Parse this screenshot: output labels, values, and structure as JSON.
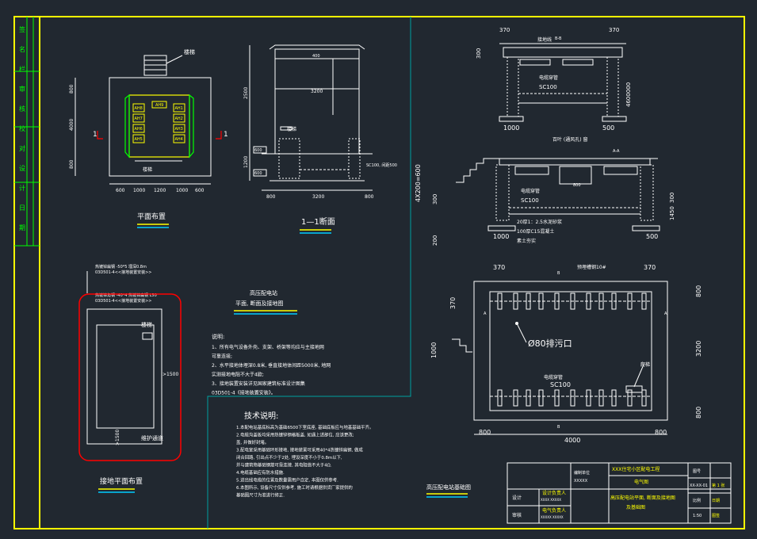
{
  "colors": {
    "background": "#212830",
    "frame": "#ffff00",
    "lines": "#ffffff",
    "green": "#00ff00",
    "red": "#ff0000",
    "teal": "#00a0a0",
    "underline": "#00ccff"
  },
  "plan": {
    "title": "平面布置",
    "stair_label": "楼梯",
    "marks_left": "1",
    "marks_right": "1",
    "dims_bottom": [
      "600",
      "1000",
      "1200",
      "1000",
      "600"
    ],
    "dims_left": [
      "800",
      "4000",
      "800"
    ],
    "cabinets_left": [
      "AH8",
      "AH7",
      "AH6",
      "AH5"
    ],
    "cabinets_right": [
      "AH1",
      "AH2",
      "AH3",
      "AH4"
    ],
    "cabinet_top": "AH9"
  },
  "section": {
    "title": "1—1断面",
    "dims_left": [
      "2500",
      "1200"
    ],
    "dims_bottom": [
      "800",
      "3200",
      "800"
    ],
    "top_label": "400",
    "mid_label": "3200",
    "stair_label": "楼梯",
    "small_a": "600",
    "small_b": "600",
    "pipe_label": "SC100, 间距500"
  },
  "grounding": {
    "title": "接地平面布置",
    "note1": "热镀锌扁钢 -50*5 埋深0.8m",
    "note2": "03D501-4<<接地装置安装>>",
    "note3": "热镀锌角钢 -40*4 热镀锌扁钢 L50",
    "note4": "03D501-4<<接地装置安装>>",
    "stair_label": "楼梯",
    "dim_right": ">1500",
    "dim_bottom": ">1500",
    "passage": "维护通道"
  },
  "legend_title": {
    "line1": "高压配电站",
    "line2": "平面, 断面及接地图"
  },
  "notes1": {
    "heading": "说明:",
    "lines": [
      "1、所有电气设备外壳、支架、桥架等均应与主接地网",
      "可靠连接;",
      "2、水平接地体埋深0.8米, 垂直接地体间距5000米, 地网",
      "实测接地电阻不大于4欧;",
      "3、接地装置安装详见国家建筑标准设计图集",
      "03D501-4《接地装置安装》。"
    ]
  },
  "notes2": {
    "heading": "技术说明:",
    "lines": [
      "1.本配电站基底标高为基础6500下室底座, 基础底板应与地基基础平齐。",
      "2.电缆沟盖板均采用热镀锌钢格板盖, 如遇上述部位, 应该更改;",
      "  盖, 并做好封堵。",
      "3.配电室采用基础环形接地, 接地装置可采用40*4热镀锌扁钢, 做成",
      "  闭合回路, 引出点不少于2处, 埋设深度不小于0.8m以下,",
      "  并与建筑物基础钢筋可靠连接, 其电阻值不大于4Ω.",
      "4.电缆基础应有防水措施.",
      "5.进出线电缆的位置及数量需用户自定, 本图仅供参考.",
      "6.本图所示, 设备尺寸仅供参考, 施工时请根据供货厂家提供的",
      "  基础图尺寸为准进行修正."
    ]
  },
  "section_bb": {
    "label": "B-B",
    "top_left": "370",
    "top_right": "370",
    "left_dim": "300",
    "right_dim": "4600000",
    "anchor": "接地线",
    "pipe": "电缆穿管",
    "pipe2": "SC100",
    "bottom_left": "1000",
    "bottom_right": "500"
  },
  "section_aa": {
    "label": "A-A",
    "hole": "百叶 (通风孔) 窗",
    "dim_left_top": "4X200=600",
    "dim_left_a": "300",
    "dim_left_b": "200",
    "dim_right_a": "300",
    "dim_right_b": "1450",
    "pipe": "电缆穿管",
    "pipe2": "SC100",
    "mid_label": "800",
    "layer1": "20厚1：2.5水泥砂浆",
    "layer2": "100厚C15混凝土",
    "layer3": "素土夯实",
    "bottom_left": "1000",
    "bottom_right": "500"
  },
  "foundation": {
    "title": "高压配电站基础图",
    "top_l": "370",
    "top_r": "370",
    "beam_label": "预埋槽钢10#",
    "mark_b1": "B",
    "mark_b2": "B",
    "mark_a1": "A",
    "mark_a2": "A",
    "left_dim_top": "370",
    "left_dim_mid": "1000",
    "drain": "Ø80排污口",
    "pipe": "电缆穿管",
    "pipe2": "SC100",
    "stair": "爬梯",
    "right_dims": [
      "800",
      "3200",
      "800"
    ],
    "bottom_dims": [
      "800",
      "4000",
      "800"
    ]
  },
  "title_block": {
    "company_l1": "编制单位",
    "company_l2": "XXXXX",
    "row_design": "设计",
    "row_check": "审核",
    "proj_head": "设计负责人",
    "proj_head_sub": "XXXX XXXXX",
    "elec_head": "电气负责人",
    "elec_head_sub": "XXXXX XXXXX",
    "proj_name": "XXX住宅小区配电工程",
    "proj_sub": "电气图",
    "drawing_title_1": "高压配电站平面, 断面及接地图",
    "drawing_title_2": "及基础图",
    "drawing_no": "图号",
    "drawing_no_val": "XX-XX-01",
    "scale_label": "比例",
    "scale_val": "1:50",
    "sheet": "第 1 张",
    "date": "日期",
    "stamp": "图签"
  },
  "side_strip": [
    "签",
    "名",
    "栏",
    "审",
    "核",
    "校",
    "对",
    "设",
    "计",
    "日",
    "期"
  ]
}
